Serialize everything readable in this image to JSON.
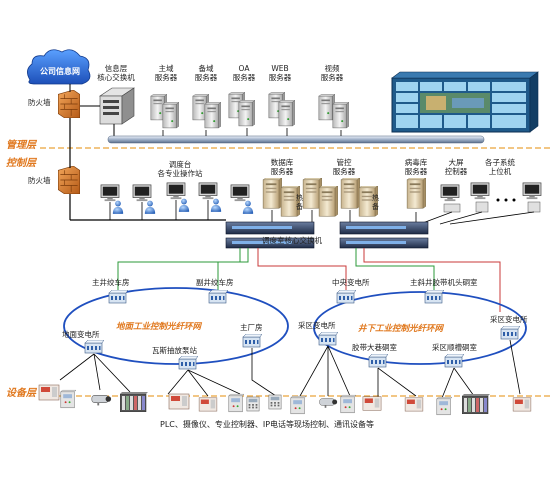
{
  "cloud_label": "公司信息网",
  "layers": {
    "management": "管理层",
    "control": "控制层",
    "device": "设备层"
  },
  "firewalls": {
    "top": "防火墙",
    "mid": "防火墙"
  },
  "top_servers": {
    "core_switch": "信息层\n核心交换机",
    "main": "主域\n服务器",
    "backup": "备域\n服务器",
    "oa": "OA\n服务器",
    "web": "WEB\n服务器",
    "video": "视频\n服务器"
  },
  "control_nodes": {
    "dispatch": "调度台\n各专业操作站",
    "database": "数据库\n服务器",
    "mgmt": "管控\n服务器",
    "virus": "病毒库\n服务器",
    "screen": "大屏\n控制器",
    "subsystem": "各子系统\n上位机"
  },
  "hot_standby": [
    "热",
    "备",
    "热",
    "备"
  ],
  "dispatch_switch": "调度室核心交换机",
  "rings": {
    "ground": "地面工业控制光纤环网",
    "underground": "井下工业控制光纤环网"
  },
  "ground_nodes": [
    "主井绞车房",
    "副井绞车房",
    "地面变电所",
    "主厂房",
    "瓦斯抽放泵站"
  ],
  "underground_nodes": [
    "中央变电所",
    "主斜井胶带机头硐室",
    "采区变电所",
    "采区变电所",
    "胶带大巷硐室",
    "采区顺槽硐室"
  ],
  "footer": "PLC、摄像仪、专业控制器、IP电话等现场控制、通讯设备等"
}
